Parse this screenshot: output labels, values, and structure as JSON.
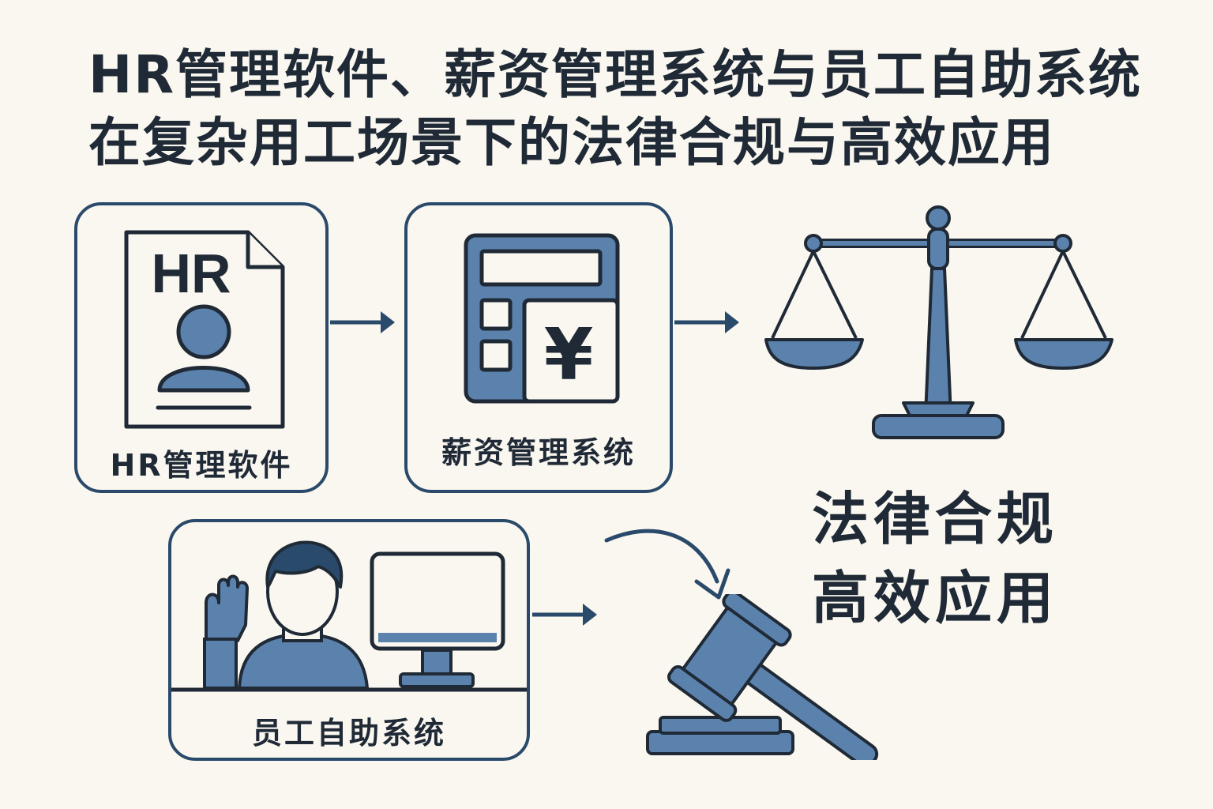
{
  "title": {
    "line1": "HR管理软件、薪资管理系统与员工自助系统",
    "line2": "在复杂用工场景下的法律合规与高效应用"
  },
  "hr_box": {
    "icon_text": "HR",
    "label": "HR管理软件",
    "icon": "hr-document-icon"
  },
  "payroll_box": {
    "icon_text": "¥",
    "label": "薪资管理系统",
    "icon": "calculator-icon"
  },
  "ess_box": {
    "label": "员工自助系统",
    "icon": "employee-computer-icon"
  },
  "outcome": {
    "line1": "法律合规",
    "line2": "高效应用",
    "icons": [
      "scales-of-justice-icon",
      "gavel-icon"
    ]
  },
  "colors": {
    "background": "#faf7f0",
    "outline": "#2a4a6b",
    "fill": "#5b82ad",
    "text": "#1f2a36"
  }
}
